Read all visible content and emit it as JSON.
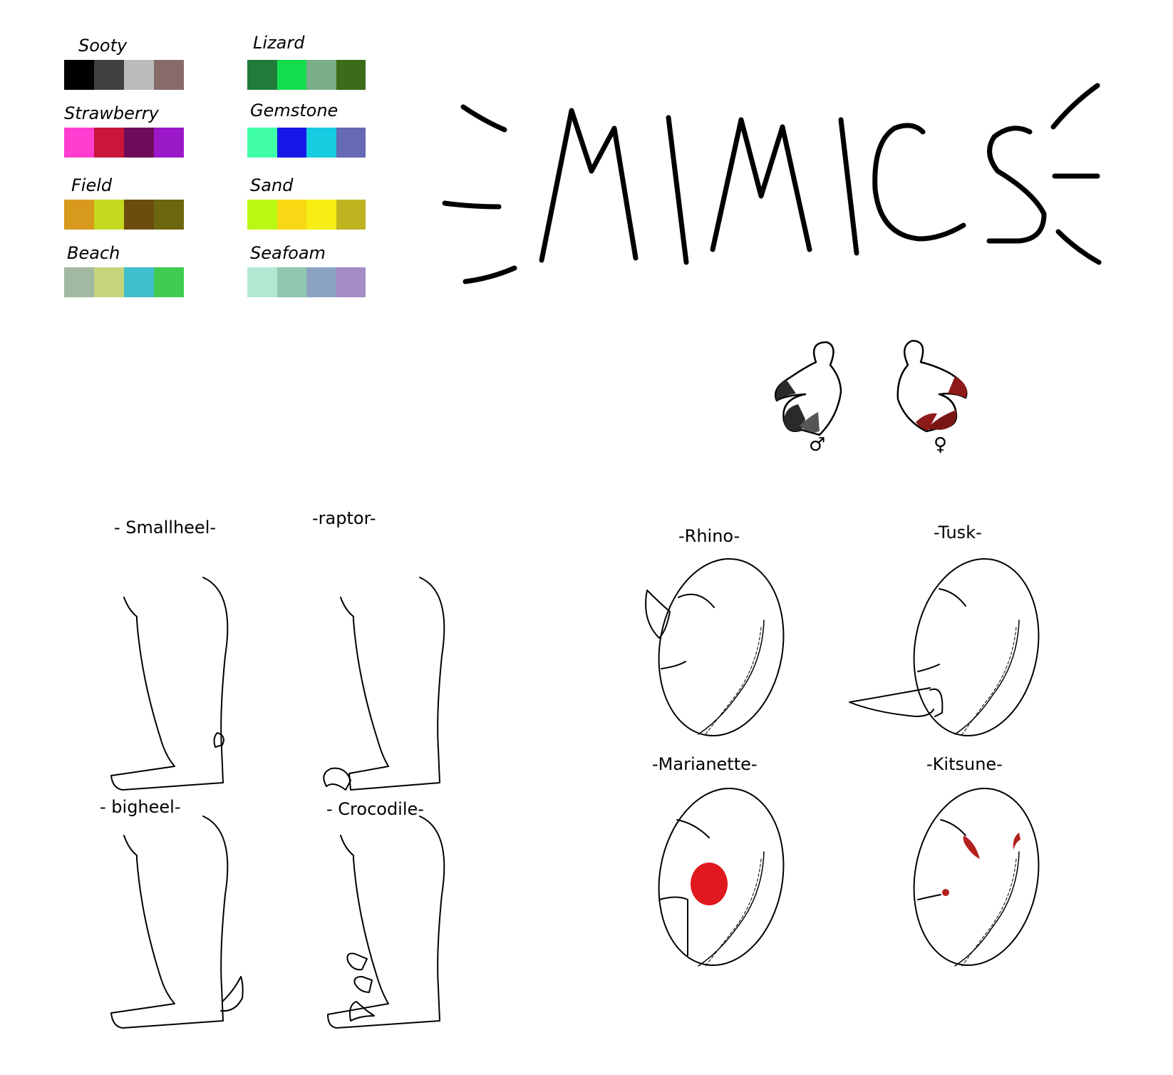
{
  "palettes": [
    {
      "name": "Sooty",
      "colors": [
        "#000000",
        "#404040",
        "#bbbbbb",
        "#876b6b"
      ]
    },
    {
      "name": "Strawberry",
      "colors": [
        "#ff3dd0",
        "#c9163a",
        "#6e0c5a",
        "#9b18c9"
      ]
    },
    {
      "name": "Field",
      "colors": [
        "#d89a1d",
        "#c5d91f",
        "#6b4e0d",
        "#6b670e"
      ]
    },
    {
      "name": "Beach",
      "colors": [
        "#a3b8a0",
        "#c8d47c",
        "#40bfcc",
        "#40cc53"
      ]
    },
    {
      "name": "Lizard",
      "colors": [
        "#217c3c",
        "#13dd4d",
        "#7aae88",
        "#3c6c19"
      ]
    },
    {
      "name": "Gemstone",
      "colors": [
        "#40ffa6",
        "#1518e6",
        "#15cce0",
        "#6669b3"
      ]
    },
    {
      "name": "Sand",
      "colors": [
        "#bbf814",
        "#f8d814",
        "#f8ee14",
        "#bdb420"
      ]
    },
    {
      "name": "Seafoam",
      "colors": [
        "#b1e8d2",
        "#8ec6ae",
        "#8aa3c2",
        "#a48cc6"
      ]
    }
  ],
  "title": "MIMICS",
  "genders": {
    "male_symbol": "♂",
    "female_symbol": "♀",
    "male_claw_colors": [
      "#222222",
      "#5a5a5a"
    ],
    "female_claw_colors": [
      "#5a1212",
      "#8e1a1a"
    ]
  },
  "legs": [
    {
      "label": "- Smallheel-"
    },
    {
      "label": "-raptor-"
    },
    {
      "label": "- bigheel-"
    },
    {
      "label": "- Crocodile-"
    }
  ],
  "eggs": [
    {
      "label": "-Rhino-"
    },
    {
      "label": "-Tusk-"
    },
    {
      "label": "-Marianette-",
      "marking_color": "#e0191e"
    },
    {
      "label": "-Kitsune-",
      "marking_color": "#b3201e"
    }
  ]
}
